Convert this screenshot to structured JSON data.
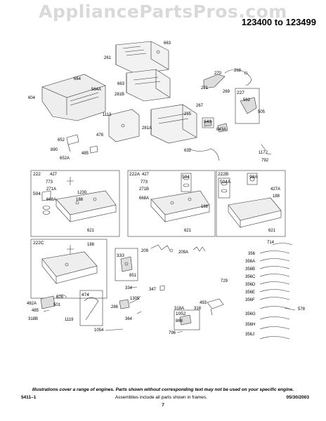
{
  "header": {
    "watermark": "AppliancePartsPros.com",
    "range": "123400 to 123499"
  },
  "parts": {
    "p261": "261",
    "p663a": "663",
    "p664": "664",
    "p604": "604",
    "p564a": "564A",
    "p663b": "663",
    "p281b": "281B",
    "p1113": "1113",
    "p478": "478",
    "p652": "652",
    "p890": "890",
    "p485a": "485",
    "p652a": "652A",
    "p281a": "281A",
    "p265": "265",
    "p267": "267",
    "p270": "270",
    "p268": "268",
    "p271": "271",
    "p269": "269",
    "p227": "227",
    "p562": "562",
    "p505": "505",
    "p843": "843",
    "p843a": "843A",
    "p632": "632",
    "p1172": "1172",
    "p792": "792",
    "p222": "222",
    "p427a": "427",
    "p773a": "773",
    "p504a": "504",
    "p271a": "271A",
    "p668a": "668A",
    "p1230": "1230",
    "p188a": "188",
    "p621a": "621",
    "p222a": "222A",
    "p427b": "427",
    "p773b": "773",
    "p504b": "504",
    "p271b": "271B",
    "p668b": "668A",
    "p188b": "188",
    "p621b": "621",
    "p222b": "222B",
    "p504c": "504A",
    "p98a": "98A",
    "p427c": "427A",
    "p188c": "188",
    "p621c": "621",
    "p222c": "222C",
    "p188d": "188",
    "p209": "209",
    "p209a": "209A",
    "p333": "333",
    "p851": "851",
    "p334": "334",
    "p347": "347",
    "p714": "714",
    "p729": "729",
    "p356": "356",
    "p356a": "356A",
    "p356b": "356B",
    "p356c": "356C",
    "p356d": "356D",
    "p356e": "356E",
    "p356f": "356F",
    "p356g": "356G",
    "p356h": "356H",
    "p356j": "356J",
    "p578": "578",
    "p482a": "482A",
    "p526": "526",
    "p501": "501",
    "p485b": "485",
    "p318b": "318B",
    "p474": "474",
    "p1119": "1119",
    "p1305": "1305",
    "p286": "286",
    "p364": "364",
    "p1054": "1054",
    "p493": "493",
    "p318a": "318A",
    "p318": "318",
    "p1052": "1052",
    "p868": "868",
    "p796": "796"
  },
  "footer": {
    "note": "Illustrations cover a range of engines. Parts shown without corresponding text may not be used on your specific engine.",
    "code": "5411–1",
    "assemblies": "Assemblies include all parts shown in frames.",
    "date": "05/30/2003",
    "page": "7"
  }
}
